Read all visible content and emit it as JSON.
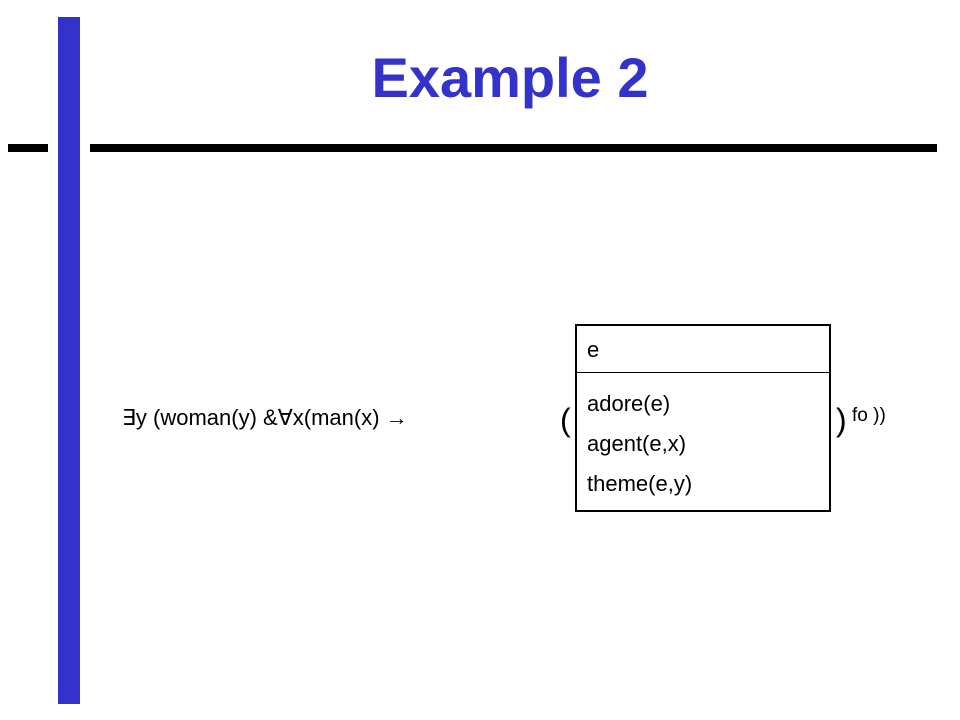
{
  "slide": {
    "title": "Example 2",
    "accent_color": "#3333cc"
  },
  "formula": {
    "prefix": "∃y (woman(y) &∀x(man(x) → ",
    "open_paren": "(",
    "close_paren": ")",
    "superscript": "fo",
    "closing": " ))"
  },
  "drs": {
    "universe": "e",
    "conditions": [
      "adore(e)",
      "agent(e,x)",
      "theme(e,y)"
    ]
  }
}
